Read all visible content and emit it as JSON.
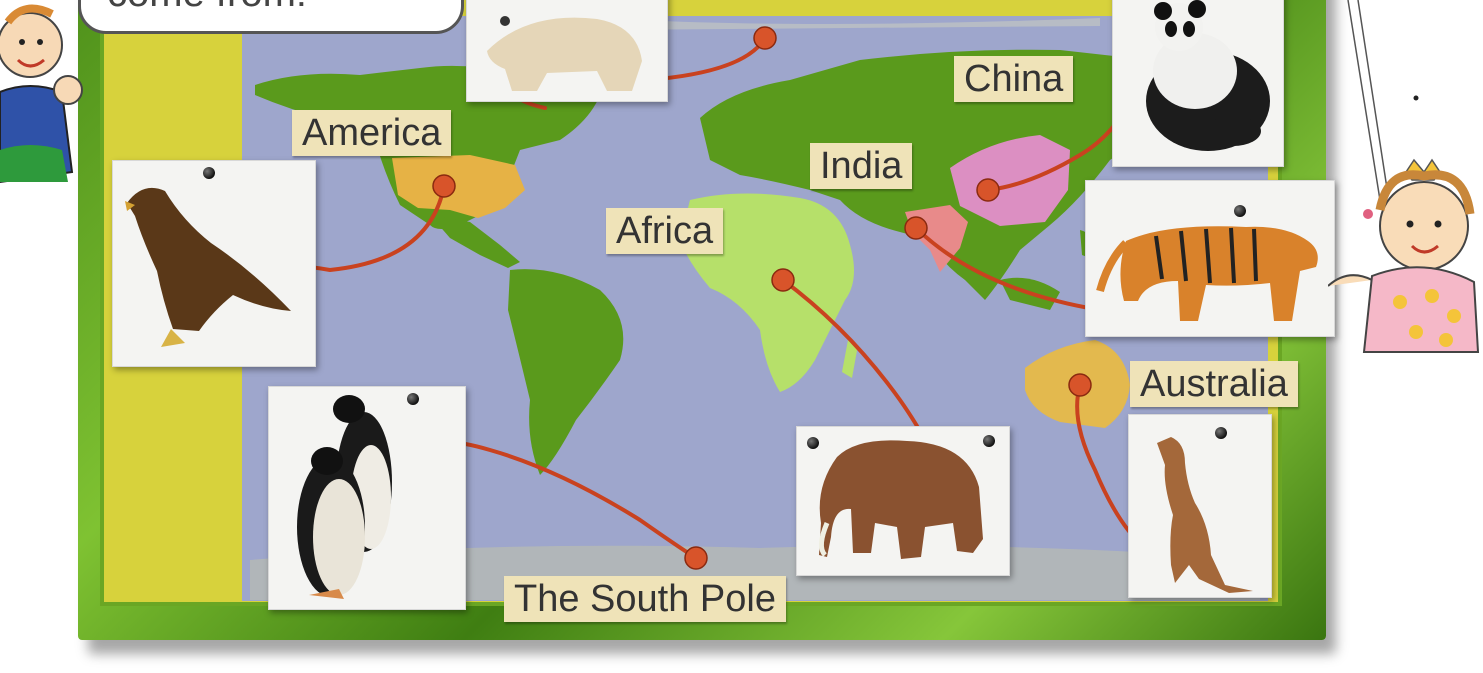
{
  "speech_bubble": {
    "text": "come from!"
  },
  "labels": {
    "america": "America",
    "china": "China",
    "india": "India",
    "africa": "Africa",
    "australia": "Australia",
    "south_pole": "The South Pole"
  },
  "animals": [
    "polar-bear",
    "panda",
    "eagle",
    "tiger",
    "penguins",
    "elephant",
    "kangaroo"
  ],
  "colors": {
    "frame_green": "#5a9e20",
    "board_yellow": "#d7d23c",
    "ocean": "#9ea6cc",
    "land_green": "#5a9a1c",
    "america_highlight": "#e6b245",
    "africa_highlight": "#b6e06a",
    "china_highlight": "#dc8fc2",
    "india_highlight": "#e88a8a",
    "australia_highlight": "#e3b94e",
    "label_bg": "#efe3b8",
    "pin_red": "#d8542a"
  }
}
